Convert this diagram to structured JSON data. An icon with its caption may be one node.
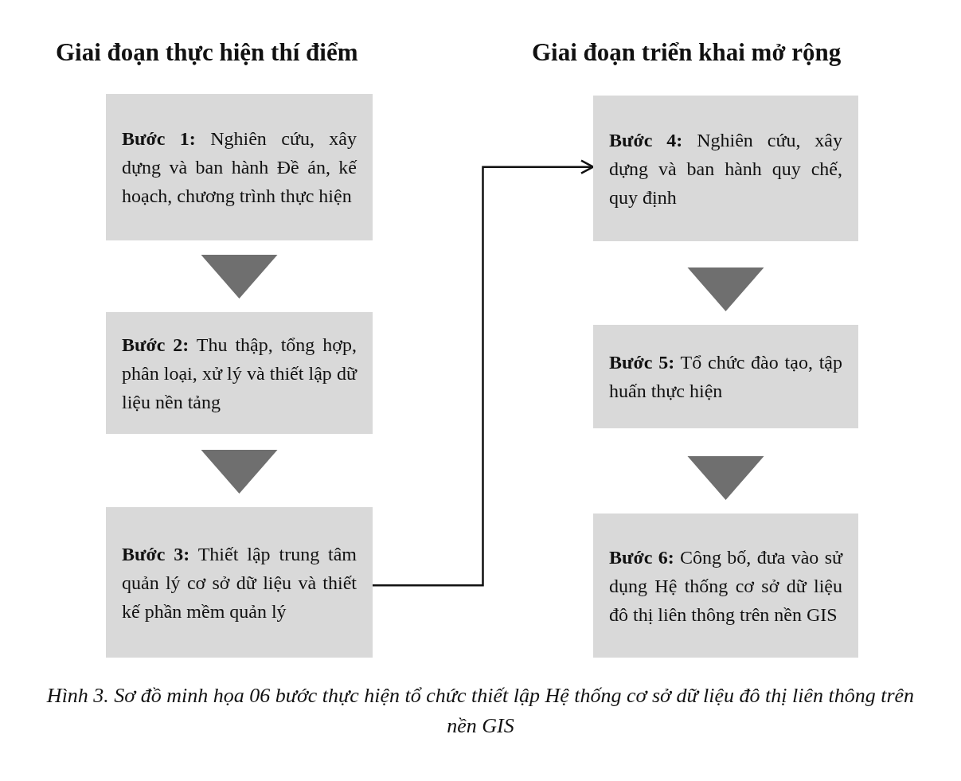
{
  "diagram": {
    "caption": "Hình 3. Sơ đồ minh họa 06 bước thực hiện tổ chức thiết lập Hệ thống cơ sở dữ liệu đô thị liên thông trên nền GIS",
    "nodes": [
      {
        "text": [
          "**Bước 1:** Nghiên cứu, xây dựng và ban hành Đề án, kế hoạch, chương trình thực hiện"
        ]
      },
      {
        "text": [
          "**Bước 2:** Thu thập, tổng hợp, phân loại, xử lý và thiết lập dữ liệu nền tảng"
        ]
      },
      {
        "text": [
          "**Bước 3:** Thiết lập trung tâm quản lý cơ sở dữ liệu và thiết kế phần mềm quản lý"
        ]
      },
      {
        "text": [
          "**Bước 4:** Nghiên cứu, xây dựng và ban hành quy chế, quy định"
        ]
      },
      {
        "text": [
          "**Bước 5:** Tổ chức đào tạo, tập huấn thực hiện"
        ]
      },
      {
        "text": [
          "**Bước 6:** Công bố, đưa vào sử dụng Hệ thống cơ sở dữ liệu đô thị liên thông trên nền GIS"
        ]
      }
    ],
    "edges": [
      {
        "from": 0,
        "to": 1,
        "arrow": "to",
        "style": "thick"
      },
      {
        "from": 1,
        "to": 2,
        "arrow": "to",
        "style": "thick"
      },
      {
        "from": 2,
        "to": 3,
        "arrow": "to"
      },
      {
        "from": 3,
        "to": 4,
        "arrow": "to",
        "style": "thick"
      },
      {
        "from": 4,
        "to": 5,
        "arrow": "to",
        "style": "thick"
      }
    ],
    "labels": [
      "Giai đoạn thực hiện thí điểm",
      "Giai đoạn triển khai mở rộng"
    ]
  }
}
